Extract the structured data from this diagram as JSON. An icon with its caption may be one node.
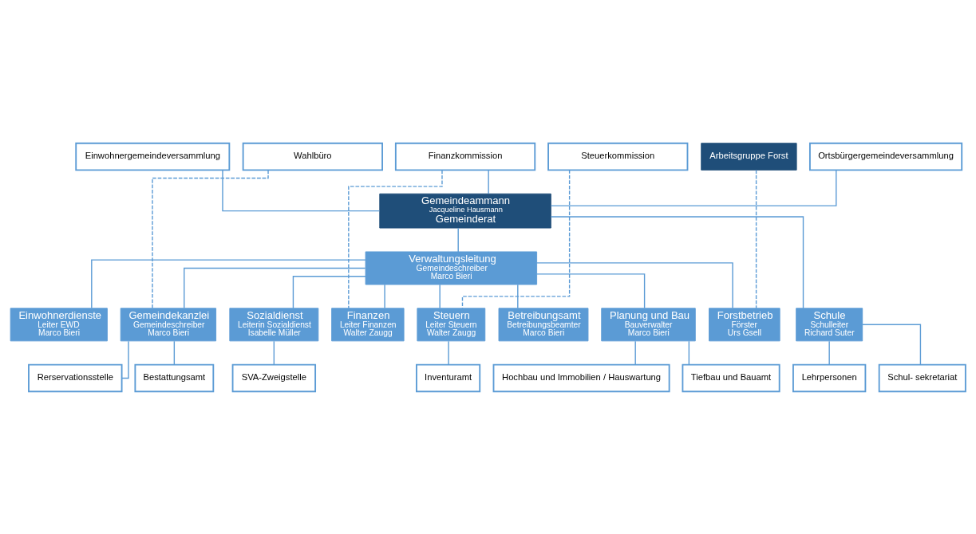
{
  "diagram": {
    "nodes": [
      {
        "text": [
          "Einwohnergemeindeversammlung"
        ]
      },
      {
        "text": [
          "Ortsbürgergemeindeversammlung"
        ]
      },
      {
        "text": [
          "Finanzkommission"
        ]
      },
      {
        "text": [
          "Arbeitsgruppe Forst"
        ]
      },
      {
        "text": [
          "Steuerkommission"
        ]
      },
      {
        "text": [
          "Gemeindeammann",
          "Jacqueline Hausmann",
          "Gemeinderat"
        ]
      },
      {
        "text": [
          "Wahlbüro"
        ]
      },
      {
        "text": [
          "Verwaltungsleitung",
          "Gemeindeschreiber",
          "Marco Bieri"
        ]
      },
      {
        "text": [
          "Einwohnerdienste",
          "Leiter EWD",
          "Marco Bieri"
        ]
      },
      {
        "text": [
          "Gemeindekanzlei",
          "Gemeindeschreiber",
          "Marco Bieri"
        ]
      },
      {
        "text": [
          "Sozialdienst",
          "Leiterin Sozialdienst",
          "Isabelle Müller"
        ]
      },
      {
        "text": [
          "Finanzen",
          "Leiter Finanzen",
          "Walter Zaugg"
        ]
      },
      {
        "text": [
          "Steuern",
          "Leiter Steuern",
          "Walter Zaugg"
        ]
      },
      {
        "text": [
          "Betreibungsamt",
          "Betreibungsbeamter",
          "Marco Bieri"
        ]
      },
      {
        "text": [
          "Planung und Bau",
          "Bauverwalter",
          "Marco Bieri"
        ]
      },
      {
        "text": [
          "Forstbetrieb",
          "Förster",
          "Urs Gsell"
        ]
      },
      {
        "text": [
          "Schule",
          "Schulleiter",
          "Richard Suter"
        ]
      },
      {
        "text": [
          "Rerservationsstelle"
        ]
      },
      {
        "text": [
          "SVA-Zweigstelle"
        ]
      },
      {
        "text": [
          "Inventuramt"
        ]
      },
      {
        "text": [
          "Hochbau und Immobilien / Hauswartung"
        ]
      },
      {
        "text": [
          "Lehrpersonen"
        ]
      },
      {
        "text": [
          "Bestattungsamt"
        ]
      },
      {
        "text": [
          "Tiefbau und Bauamt"
        ]
      },
      {
        "text": [
          "Schul- sekretariat"
        ]
      }
    ],
    "edges": [
      {
        "from": 0,
        "to": 5,
        "arrow": "none"
      },
      {
        "from": 1,
        "to": 5,
        "arrow": "none"
      },
      {
        "from": 2,
        "to": 5,
        "arrow": "none"
      },
      {
        "from": 5,
        "to": 7,
        "arrow": "none"
      },
      {
        "from": 5,
        "to": 16,
        "arrow": "none"
      },
      {
        "from": 7,
        "to": 8,
        "arrow": "none"
      },
      {
        "from": 7,
        "to": 9,
        "arrow": "none"
      },
      {
        "from": 7,
        "to": 10,
        "arrow": "none"
      },
      {
        "from": 7,
        "to": 11,
        "arrow": "none"
      },
      {
        "from": 7,
        "to": 12,
        "arrow": "none"
      },
      {
        "from": 7,
        "to": 13,
        "arrow": "none"
      },
      {
        "from": 7,
        "to": 14,
        "arrow": "none"
      },
      {
        "from": 7,
        "to": 15,
        "arrow": "none"
      },
      {
        "from": 2,
        "to": 11,
        "arrow": "none",
        "style": "dashed"
      },
      {
        "from": 4,
        "to": 12,
        "arrow": "none",
        "style": "dashed"
      },
      {
        "from": 6,
        "to": 9,
        "arrow": "none",
        "style": "dashed"
      },
      {
        "from": 3,
        "to": 15,
        "arrow": "none",
        "style": "dashed"
      },
      {
        "from": 9,
        "to": 17,
        "arrow": "none"
      },
      {
        "from": 9,
        "to": 22,
        "arrow": "none"
      },
      {
        "from": 10,
        "to": 18,
        "arrow": "none"
      },
      {
        "from": 12,
        "to": 19,
        "arrow": "none"
      },
      {
        "from": 14,
        "to": 20,
        "arrow": "none"
      },
      {
        "from": 14,
        "to": 23,
        "arrow": "none"
      },
      {
        "from": 16,
        "to": 21,
        "arrow": "none"
      },
      {
        "from": 16,
        "to": 24,
        "arrow": "none"
      }
    ]
  }
}
